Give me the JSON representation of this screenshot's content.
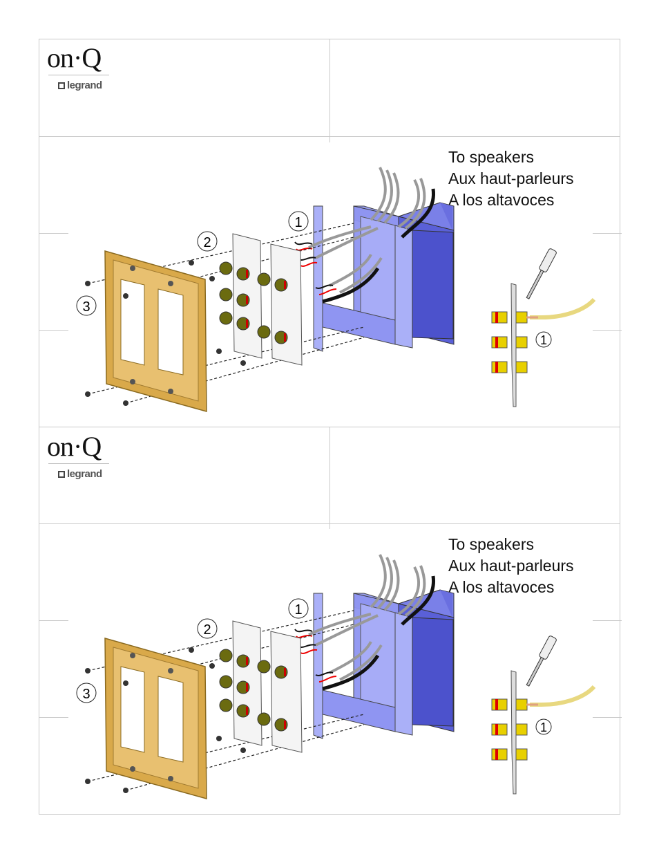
{
  "brand": {
    "logo_main": "on·Q",
    "logo_sub": "legrand"
  },
  "sections": [
    {
      "labels": [
        "To speakers",
        "Aux haut-parleurs",
        "A los altavoces"
      ],
      "callouts": [
        "1",
        "2",
        "3"
      ],
      "detail_callout": "1"
    },
    {
      "labels": [
        "To speakers",
        "Aux haut-parleurs",
        "A los altavoces"
      ],
      "callouts": [
        "1",
        "2",
        "3"
      ],
      "detail_callout": "1"
    }
  ],
  "colors": {
    "faceplate": "#d9a94a",
    "box": "#6a6fe0",
    "wire_red": "#e00000",
    "jack_yellow": "#e8d000"
  }
}
